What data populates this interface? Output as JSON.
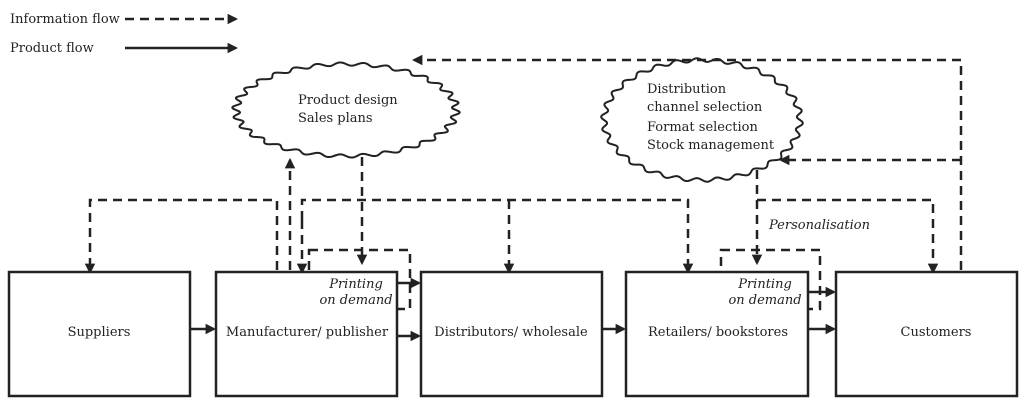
{
  "legend": {
    "information_flow": "Information flow",
    "product_flow": "Product flow"
  },
  "boxes": {
    "suppliers": "Suppliers",
    "manufacturer": "Manufacturer/ publisher",
    "distributors": "Distributors/ wholesale",
    "retailers": "Retailers/ bookstores",
    "customers": "Customers"
  },
  "clouds": {
    "left": {
      "line1": "Product design",
      "line2": "Sales plans"
    },
    "right": {
      "line1": "Distribution",
      "line2": "channel selection",
      "line3": "Format selection",
      "line4": "Stock management"
    }
  },
  "pod_left": {
    "line1": "Printing",
    "line2": "on demand"
  },
  "pod_right": {
    "line1": "Printing",
    "line2": "on demand"
  },
  "personalisation": "Personalisation"
}
